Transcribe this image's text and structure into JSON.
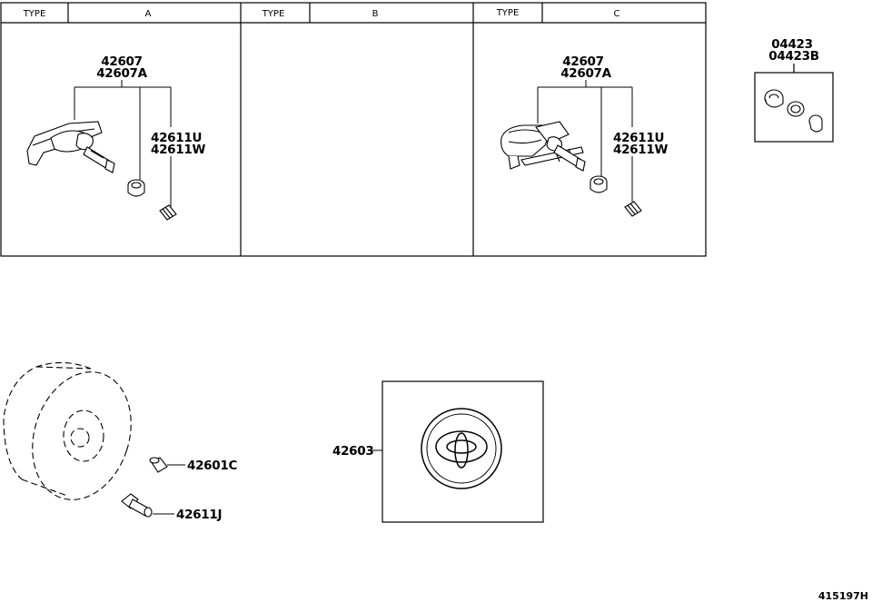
{
  "table": {
    "columns": [
      {
        "type_label": "TYPE",
        "type_value": "A"
      },
      {
        "type_label": "TYPE",
        "type_value": "B"
      },
      {
        "type_label": "TYPE",
        "type_value": "C"
      }
    ]
  },
  "callouts": {
    "a_sensor_1": "42607",
    "a_sensor_2": "42607A",
    "a_valve_1": "42611U",
    "a_valve_2": "42611W",
    "c_sensor_1": "42607",
    "c_sensor_2": "42607A",
    "c_valve_1": "42611U",
    "c_valve_2": "42611W",
    "kit_1": "04423",
    "kit_2": "04423B",
    "valve_cap": "42601C",
    "valve_stem": "42611J",
    "ornament": "42603"
  },
  "figure_number": "415197H"
}
